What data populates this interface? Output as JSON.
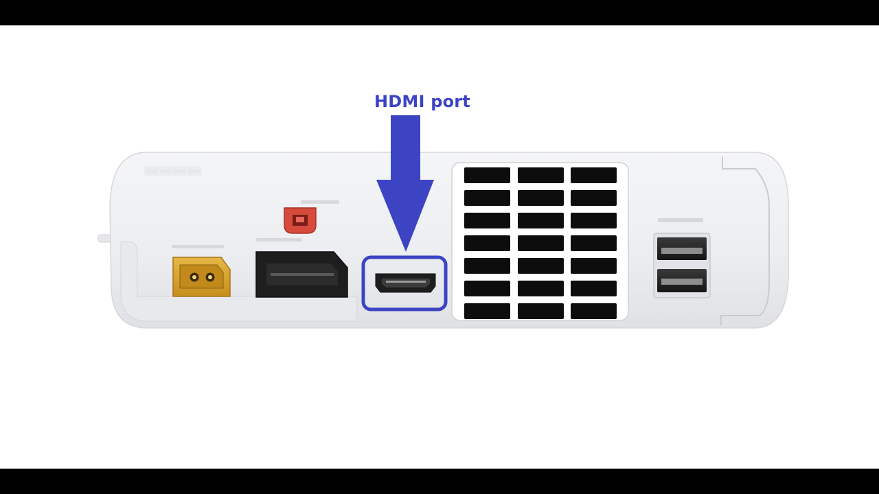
{
  "image": {
    "subject": "console-rear-panel",
    "letterbox_color": "#000000",
    "background_color": "#ffffff"
  },
  "annotation": {
    "label": "HDMI port",
    "color": "#3c44c4",
    "arrow_icon": "arrow-down-icon",
    "highlight_shape": "rounded-rectangle"
  },
  "console": {
    "body_color": "#f1f2f4",
    "ports": [
      {
        "name": "power-port",
        "color": "#d9a62e"
      },
      {
        "name": "sensor-bar-port",
        "color": "#d64a3c"
      },
      {
        "name": "av-multi-out-port",
        "color": "#1e1e1e"
      },
      {
        "name": "hdmi-port",
        "color": "#1e1e1e"
      },
      {
        "name": "usb-port-upper",
        "color": "#2a2a2a"
      },
      {
        "name": "usb-port-lower",
        "color": "#2a2a2a"
      }
    ],
    "vent": {
      "name": "cooling-vent",
      "color": "#0d0d0d"
    }
  }
}
